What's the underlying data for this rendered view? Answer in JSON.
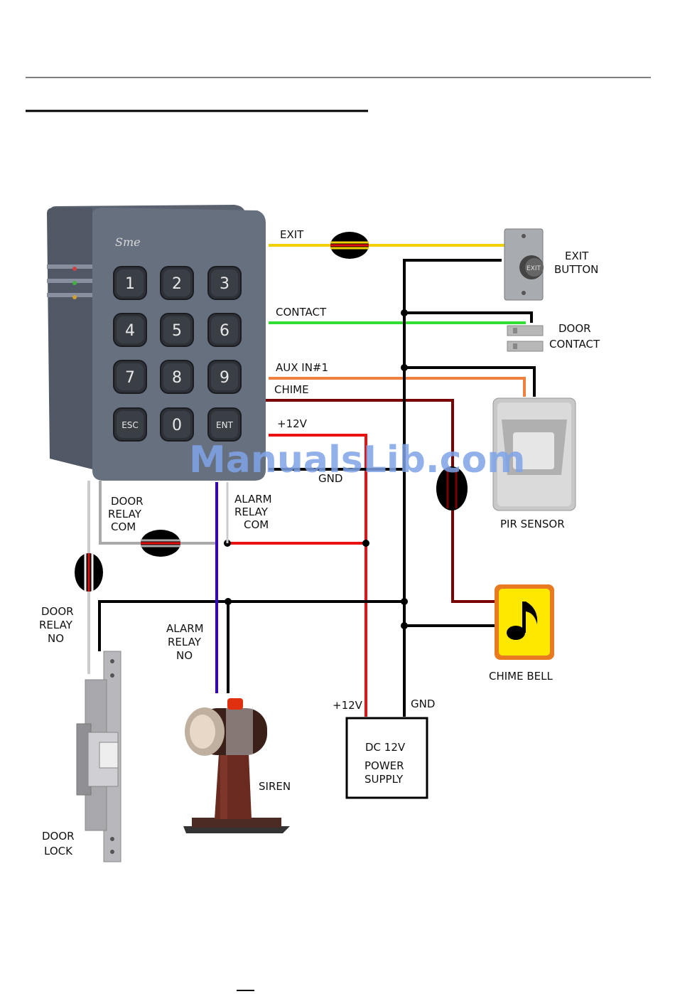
{
  "wires": {
    "exit": "EXIT",
    "contact": "CONTACT",
    "aux_in": "AUX IN#1",
    "chime": "CHIME",
    "plus12v": "+12V",
    "gnd": "GND"
  },
  "relays": {
    "door_com": [
      "DOOR",
      "RELAY",
      "COM"
    ],
    "alarm_com": [
      "ALARM",
      "RELAY",
      "COM"
    ],
    "door_no": [
      "DOOR",
      "RELAY",
      "NO"
    ],
    "alarm_no": [
      "ALARM",
      "RELAY",
      "NO"
    ]
  },
  "devices": {
    "exit_button": [
      "EXIT",
      "BUTTON"
    ],
    "exit_button_face": "EXIT",
    "door_contact": [
      "DOOR",
      "CONTACT"
    ],
    "pir_sensor": "PIR SENSOR",
    "chime_bell": "CHIME BELL",
    "siren": "SIREN",
    "door_lock": [
      "DOOR",
      "LOCK"
    ],
    "power_supply": [
      "DC 12V",
      "POWER",
      "SUPPLY"
    ],
    "ps_plus": "+12V",
    "ps_gnd": "GND"
  },
  "keypad": {
    "brand": "Sme",
    "keys": [
      "1",
      "2",
      "3",
      "4",
      "5",
      "6",
      "7",
      "8",
      "9",
      "ESC",
      "0",
      "ENT"
    ]
  },
  "watermark": "ManualsLib.com",
  "colors": {
    "exit": "#f0d000",
    "contact": "#33dd33",
    "aux": "#f08040",
    "chime": "#7a0000",
    "plus": "#e81010",
    "gnd": "#000000",
    "blue": "#3300cc"
  }
}
